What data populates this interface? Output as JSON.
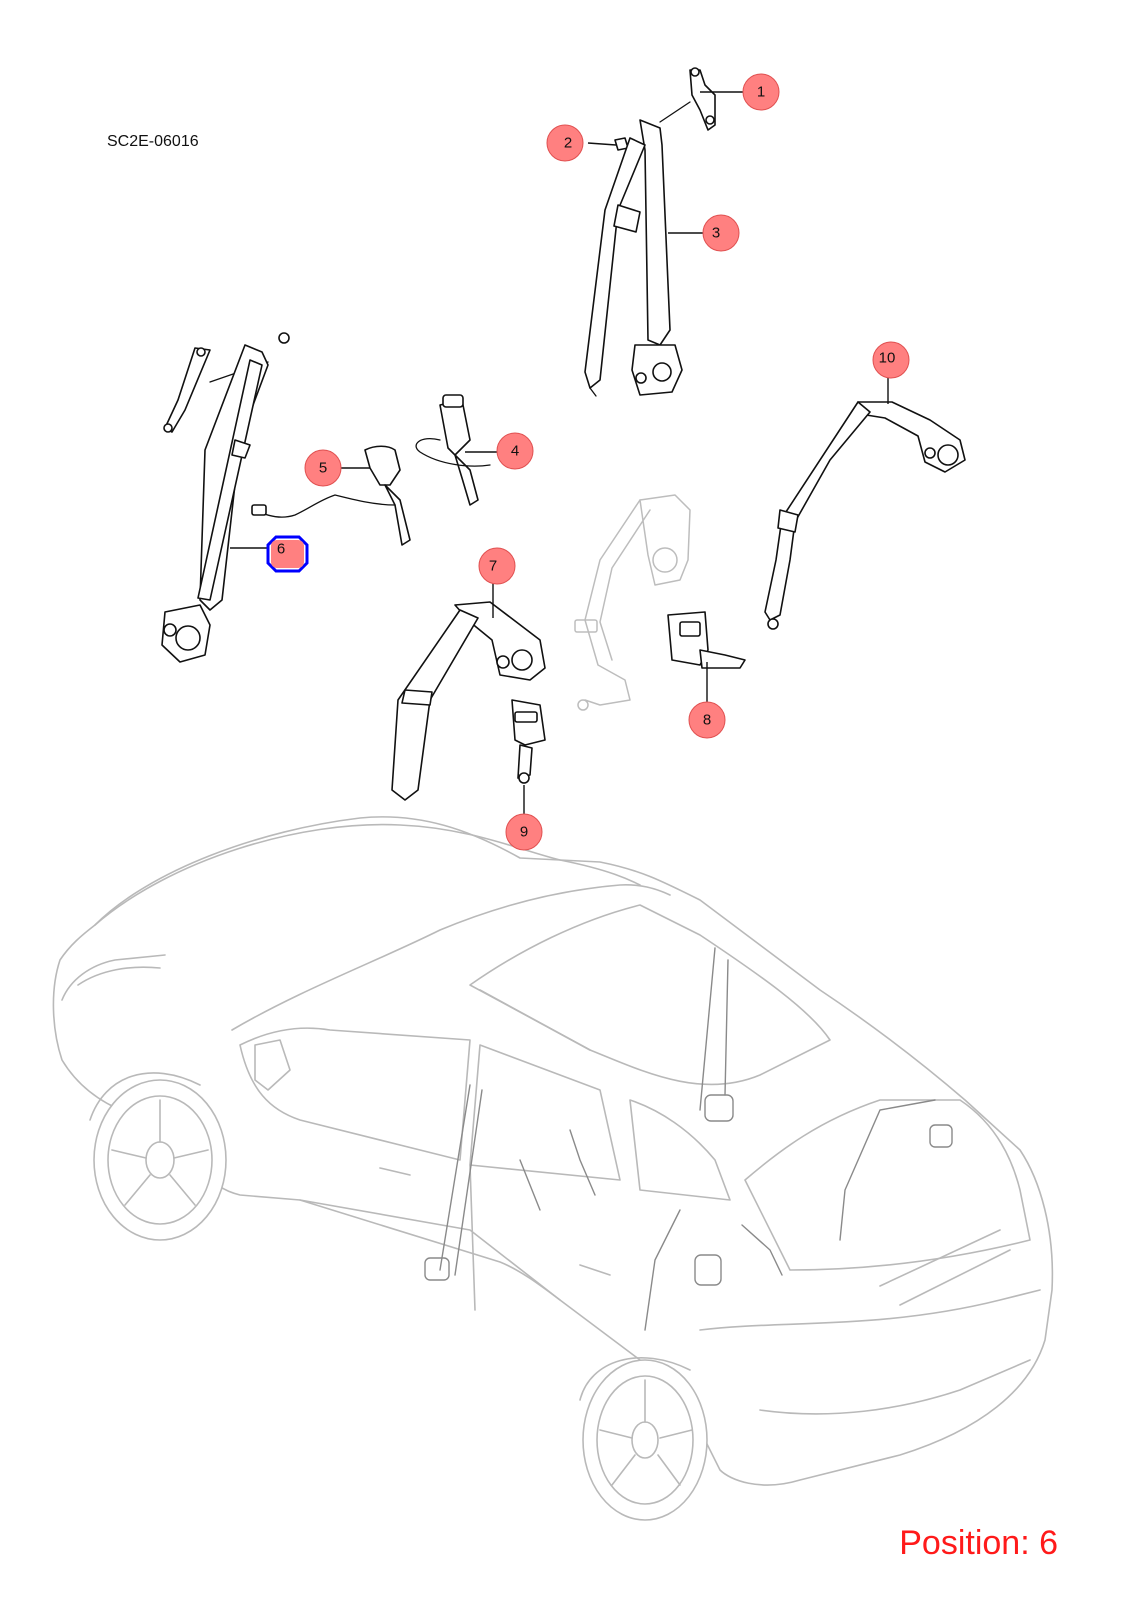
{
  "diagram_code": "SC2E-06016",
  "position_label": "Position: 6",
  "highlighted_part": "6",
  "colors": {
    "callout_fill": "#ff8080",
    "highlight": "#0000ff",
    "position_text": "#ff1a1a"
  },
  "callouts": [
    {
      "id": "1",
      "label": "1"
    },
    {
      "id": "2",
      "label": "2"
    },
    {
      "id": "3",
      "label": "3"
    },
    {
      "id": "4",
      "label": "4"
    },
    {
      "id": "5",
      "label": "5"
    },
    {
      "id": "6",
      "label": "6"
    },
    {
      "id": "7",
      "label": "7"
    },
    {
      "id": "8",
      "label": "8"
    },
    {
      "id": "9",
      "label": "9"
    },
    {
      "id": "10",
      "label": "10"
    }
  ]
}
